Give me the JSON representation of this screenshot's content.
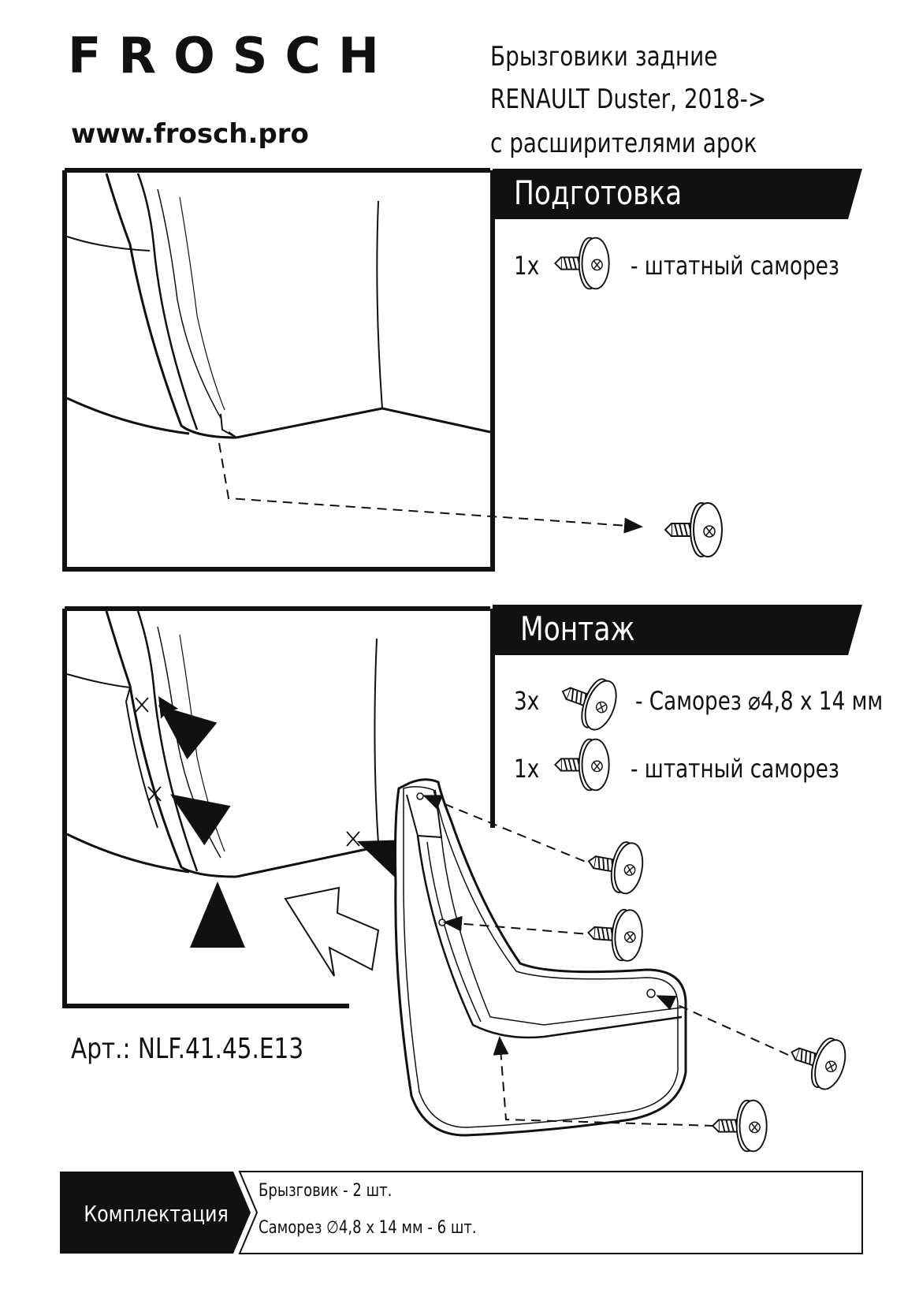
{
  "brand": {
    "logo_text": "FROSCH",
    "website": "www.frosch.pro"
  },
  "product": {
    "title_lines": [
      "Брызговики задние",
      "RENAULT Duster, 2018->",
      "с расширителями арок"
    ],
    "article": "Арт.: NLF.41.45.E13"
  },
  "sections": {
    "preparation": {
      "heading": "Подготовка",
      "parts": [
        {
          "qty": "1x",
          "icon": "stock-screw-icon",
          "desc": "- штатный саморез"
        }
      ]
    },
    "mounting": {
      "heading": "Монтаж",
      "parts": [
        {
          "qty": "3x",
          "icon": "self-tapping-screw-icon",
          "desc": "- Саморез ⌀4,8 х 14 мм"
        },
        {
          "qty": "1x",
          "icon": "stock-screw-icon",
          "desc": "- штатный саморез"
        }
      ]
    }
  },
  "kit": {
    "label": "Комплектация",
    "items": [
      "Брызговик - 2 шт.",
      "Саморез ∅4,8 х 14 мм - 6 шт."
    ]
  },
  "colors": {
    "ink": "#111111",
    "paper": "#ffffff"
  }
}
